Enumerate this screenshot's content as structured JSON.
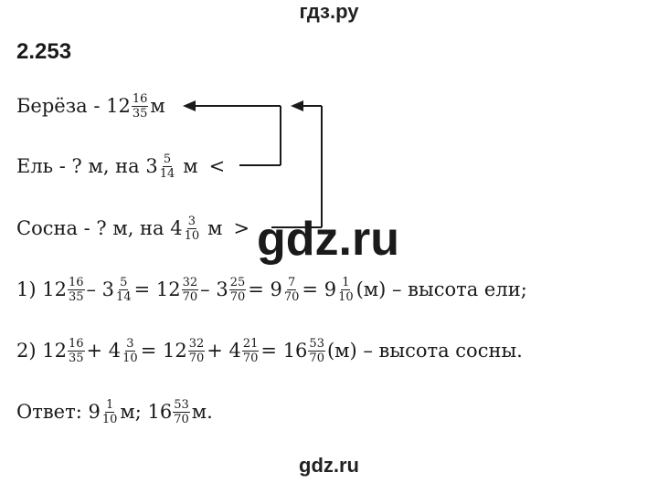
{
  "watermark": {
    "top": "гдз.ру",
    "middle": "gdz.ru",
    "bottom": "gdz.ru"
  },
  "task_number": "2.253",
  "lines": {
    "birch": {
      "label": "Берёза - 12",
      "frac": [
        "16",
        "35"
      ],
      "unit": "м"
    },
    "fir": {
      "label": "Ель - ? м, на 3",
      "frac": [
        "5",
        "14"
      ],
      "unit": "м",
      "sign": "<"
    },
    "pine": {
      "label": "Сосна - ? м, на 4",
      "frac": [
        "3",
        "10"
      ],
      "unit": "м",
      "sign": ">"
    },
    "step1": {
      "prefix": "1) 12",
      "f1": [
        "16",
        "35"
      ],
      "op1": "– 3",
      "f2": [
        "5",
        "14"
      ],
      "eq1": "= 12",
      "f3": [
        "32",
        "70"
      ],
      "op2": "– 3",
      "f4": [
        "25",
        "70"
      ],
      "eq2": "= 9",
      "f5": [
        "7",
        "70"
      ],
      "eq3": "= 9",
      "f6": [
        "1",
        "10"
      ],
      "suffix": "(м) – высота ели;"
    },
    "step2": {
      "prefix": "2) 12",
      "f1": [
        "16",
        "35"
      ],
      "op1": "+ 4",
      "f2": [
        "3",
        "10"
      ],
      "eq1": "= 12",
      "f3": [
        "32",
        "70"
      ],
      "op2": "+ 4",
      "f4": [
        "21",
        "70"
      ],
      "eq2": "= 16",
      "f5": [
        "53",
        "70"
      ],
      "suffix": "(м) – высота сосны."
    },
    "answer": {
      "prefix": "Ответ: 9",
      "f1": [
        "1",
        "10"
      ],
      "mid": "м; 16",
      "f2": [
        "53",
        "70"
      ],
      "suffix": "м."
    }
  }
}
